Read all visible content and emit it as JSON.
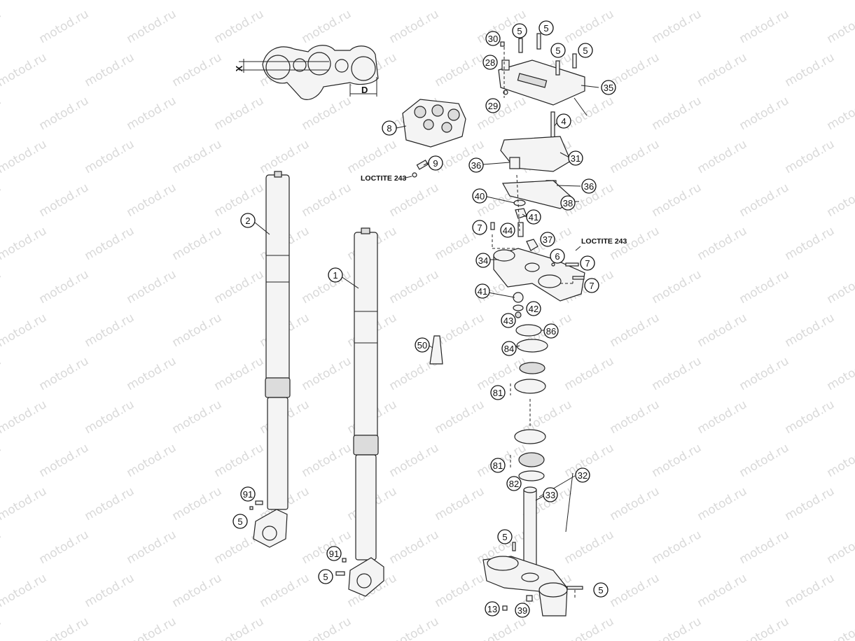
{
  "watermark": "motod.ru",
  "dimension_labels": {
    "x": "X",
    "d": "D"
  },
  "loctite_labels": [
    "LOCTITE 243",
    "LOCTITE 243"
  ],
  "callouts": [
    {
      "id": "c-30",
      "label": "30"
    },
    {
      "id": "c-5a",
      "label": "5"
    },
    {
      "id": "c-5b",
      "label": "5"
    },
    {
      "id": "c-5c",
      "label": "5"
    },
    {
      "id": "c-5d",
      "label": "5"
    },
    {
      "id": "c-28",
      "label": "28"
    },
    {
      "id": "c-35",
      "label": "35"
    },
    {
      "id": "c-29",
      "label": "29"
    },
    {
      "id": "c-4",
      "label": "4"
    },
    {
      "id": "c-31",
      "label": "31"
    },
    {
      "id": "c-36a",
      "label": "36"
    },
    {
      "id": "c-36b",
      "label": "36"
    },
    {
      "id": "c-38",
      "label": "38"
    },
    {
      "id": "c-40",
      "label": "40"
    },
    {
      "id": "c-41a",
      "label": "41"
    },
    {
      "id": "c-7a",
      "label": "7"
    },
    {
      "id": "c-44",
      "label": "44"
    },
    {
      "id": "c-37",
      "label": "37"
    },
    {
      "id": "c-6",
      "label": "6"
    },
    {
      "id": "c-7b",
      "label": "7"
    },
    {
      "id": "c-7c",
      "label": "7"
    },
    {
      "id": "c-34",
      "label": "34"
    },
    {
      "id": "c-41b",
      "label": "41"
    },
    {
      "id": "c-42",
      "label": "42"
    },
    {
      "id": "c-43",
      "label": "43"
    },
    {
      "id": "c-86",
      "label": "86"
    },
    {
      "id": "c-84",
      "label": "84"
    },
    {
      "id": "c-81a",
      "label": "81"
    },
    {
      "id": "c-81b",
      "label": "81"
    },
    {
      "id": "c-82",
      "label": "82"
    },
    {
      "id": "c-32",
      "label": "32"
    },
    {
      "id": "c-33",
      "label": "33"
    },
    {
      "id": "c-5e",
      "label": "5"
    },
    {
      "id": "c-5f",
      "label": "5"
    },
    {
      "id": "c-13",
      "label": "13"
    },
    {
      "id": "c-39",
      "label": "39"
    },
    {
      "id": "c-8",
      "label": "8"
    },
    {
      "id": "c-9",
      "label": "9"
    },
    {
      "id": "c-2",
      "label": "2"
    },
    {
      "id": "c-1",
      "label": "1"
    },
    {
      "id": "c-50",
      "label": "50"
    },
    {
      "id": "c-91a",
      "label": "91"
    },
    {
      "id": "c-5g",
      "label": "5"
    },
    {
      "id": "c-91b",
      "label": "91"
    },
    {
      "id": "c-5h",
      "label": "5"
    }
  ]
}
